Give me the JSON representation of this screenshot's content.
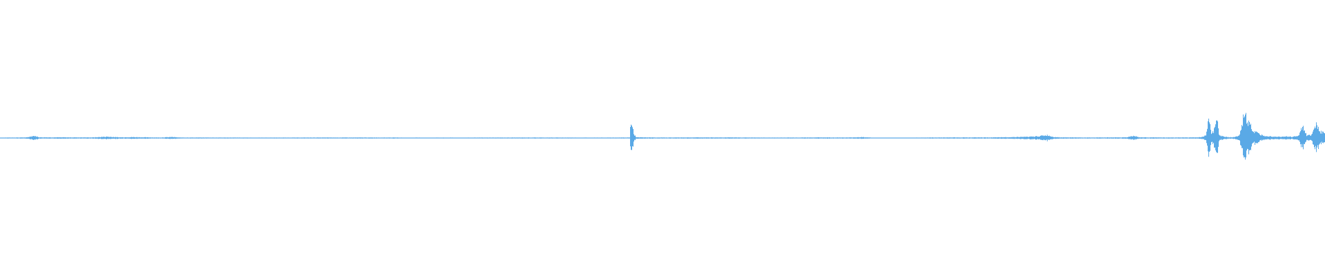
{
  "chart_data": {
    "type": "area",
    "title": "",
    "xlabel": "",
    "ylabel": "",
    "grid": false,
    "legend": "none",
    "ylim": [
      -1,
      1
    ],
    "colors": {
      "wave": "#5aa9e6",
      "background": "#ffffff"
    },
    "x": [
      0,
      0.02,
      0.025,
      0.03,
      0.07,
      0.08,
      0.09,
      0.1,
      0.12,
      0.13,
      0.135,
      0.15,
      0.2,
      0.25,
      0.3,
      0.3,
      0.35,
      0.4,
      0.45,
      0.475,
      0.476,
      0.478,
      0.48,
      0.5,
      0.52,
      0.55,
      0.58,
      0.6,
      0.62,
      0.64,
      0.65,
      0.66,
      0.67,
      0.68,
      0.7,
      0.72,
      0.75,
      0.78,
      0.79,
      0.795,
      0.8,
      0.82,
      0.85,
      0.855,
      0.86,
      0.88,
      0.9,
      0.905,
      0.91,
      0.912,
      0.914,
      0.916,
      0.918,
      0.92,
      0.925,
      0.93,
      0.935,
      0.937,
      0.939,
      0.941,
      0.943,
      0.945,
      0.948,
      0.951,
      0.955,
      0.96,
      0.965,
      0.97,
      0.975,
      0.98,
      0.983,
      0.986,
      0.99,
      0.993,
      0.996,
      1.0
    ],
    "series": [
      {
        "values": [
          0.003,
          0.005,
          0.02,
          0.006,
          0.005,
          0.012,
          0.006,
          0.008,
          0.004,
          0.009,
          0.004,
          0.004,
          0.003,
          0.004,
          0.004,
          0.003,
          0.003,
          0.004,
          0.003,
          0.004,
          0.17,
          0.04,
          0.006,
          0.004,
          0.005,
          0.005,
          0.003,
          0.004,
          0.005,
          0.004,
          0.008,
          0.002,
          0.003,
          0.002,
          0.004,
          0.005,
          0.005,
          0.012,
          0.025,
          0.01,
          0.006,
          0.004,
          0.006,
          0.02,
          0.006,
          0.004,
          0.005,
          0.006,
          0.02,
          0.2,
          0.03,
          0.07,
          0.21,
          0.02,
          0.01,
          0.006,
          0.02,
          0.1,
          0.25,
          0.14,
          0.17,
          0.06,
          0.05,
          0.03,
          0.02,
          0.015,
          0.012,
          0.015,
          0.01,
          0.02,
          0.12,
          0.02,
          0.03,
          0.14,
          0.06,
          0.04
        ]
      }
    ]
  }
}
